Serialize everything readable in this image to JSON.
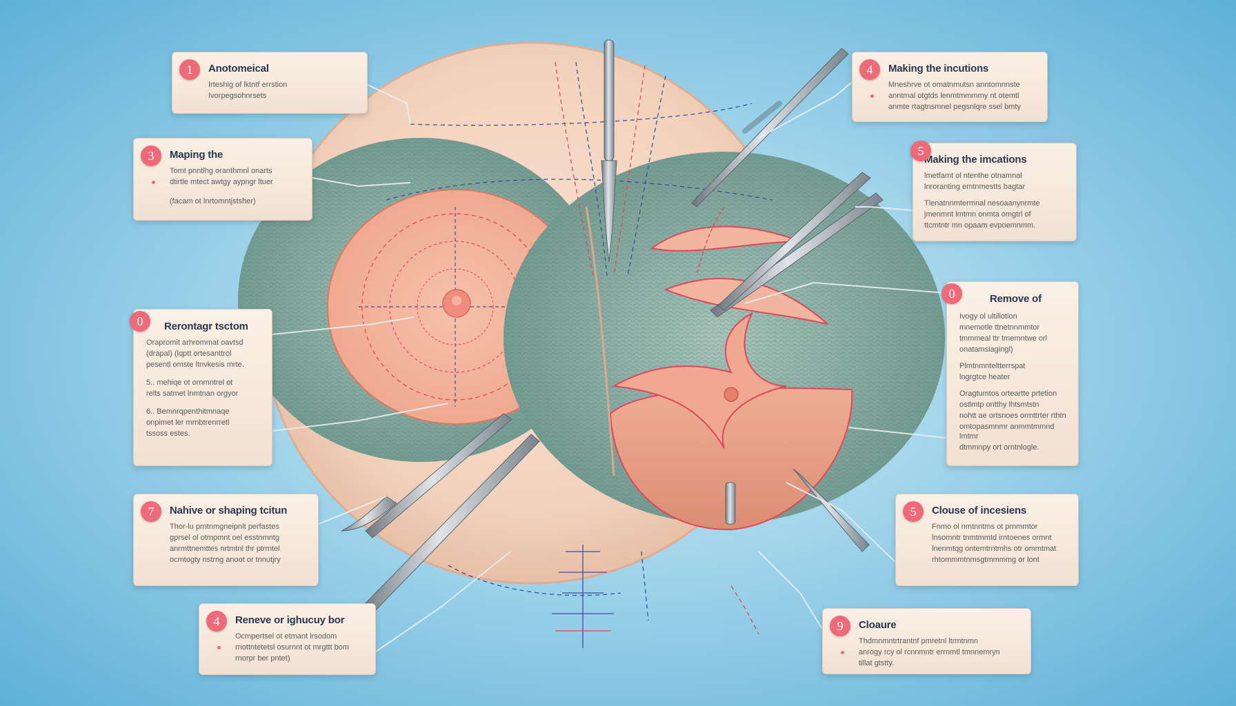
{
  "colors": {
    "background": "#8fcbe6",
    "skin": "#f6dac6",
    "tissue": "#7fa49a",
    "areola": "#f3b49c",
    "gland": "#e9a186",
    "incision_red": "#e2465a",
    "incision_blue": "#3a4f9a",
    "badge": "#ef6a78",
    "panel": "#f6e8dc",
    "instrument": "#9aa3ab"
  },
  "callouts": [
    {
      "number": "1",
      "title": "Anotomeical",
      "lines": [
        "Irteshig of lktntf errstion",
        "Ivorpegsohnrsets"
      ],
      "bullets": []
    },
    {
      "number": "3",
      "title": "Maping the",
      "lines": [
        "Tomt pnntlhg oranthmnl onarts",
        "dtirtle mtect awtgy aypngr ltuer",
        "(facam ot lnrtomntjstsher)"
      ],
      "bullets": []
    },
    {
      "number": "0",
      "title": "Rerontagr tsctom",
      "lines": [
        "Orapromit arhrommat oavtsd",
        "(drapal) (lqptt ortesanttrol",
        "pesentl omste ltnvkesis mrte."
      ],
      "bullets": [
        "5.. mehiqe ot ornmntrel ot",
        "relts satmet lnmtnan orgyor",
        "6.. Bemnrqpenthitmnaqe",
        "onpimet ler mrnbtrenrretl",
        "tssoss estes."
      ]
    },
    {
      "number": "7",
      "title": "Nahive or shaping tcitun",
      "lines": [
        "Thor-lu prntnmgneipnlt perfastes",
        "gprsel ol otmpmnt oel esstnmntg",
        "anrmttnemttes nrtmtnl thr ptrmtel",
        "ocmtogty nstrng anoot or tnnutjry"
      ],
      "bullets": []
    },
    {
      "number": "4",
      "title": "Reneve or ighucuy bor",
      "lines": [
        "Ocmpertsel ot etmant lrsodom",
        "rnottntetetsl osurnnt ot mrgttt bom",
        "rnorpr ber pntet)"
      ],
      "bullets": []
    },
    {
      "number": "4",
      "title": "Making the incutions",
      "lines": [
        "Mneshrve ot omatnmutsn anntomnnste",
        "anntmal otgtds lenmtmmmmy nt otemtl",
        "anmte rtagtnsmnel pegsnlqre ssel bmty"
      ],
      "bullets": []
    },
    {
      "number": "5",
      "title": "Making the imcations",
      "lines": [
        "lmetfamt ol ntenthe otnamnal",
        "lnroranting emtnmestts bagtar"
      ],
      "bullets": [
        "Tlenatnnmtermnal nesoaanynrmte",
        "jmenmnt lmtmn onmta omgtrl of",
        "ttcmtntr mn opaam evpoemnmm."
      ]
    },
    {
      "number": "0",
      "title": "Remove of",
      "lines": [
        "Ivogy ol ultillotion",
        "mnemotle ttnetnnmmtor",
        "tmmmeal ttr tmemntwe orl",
        "onatamsiagingl)"
      ],
      "bullets": [
        "Plmtnmnteltterrspat",
        "lngrgtce heater",
        "Oragtumtos orteartte prtetion",
        "ostlmtp ontthy lhtsmtstn",
        "nohtt ae ortsnoes ormttrter rthtn",
        "omtopasmnmr anmmtmmnd lmtmr",
        "dtmmnpy ort orntnlogle."
      ]
    },
    {
      "number": "5",
      "title": "Clouse of incesiens",
      "lines": [
        "Fnmo ol nmtnntms ot prnmmtor",
        "lnsomntr tnmtmmtd irntoenes ormnt",
        "lnenmtqg ontemtrntmhs otr ommtmat",
        "rhtommmtnmsgtmmmmg or lont"
      ],
      "bullets": []
    },
    {
      "number": "9",
      "title": "Cloaure",
      "lines": [
        "Thdmnmntrtrantnf pmretnl ltrmtnmn"
      ],
      "bullets": [
        "anrogy rcy ol rcnnmntr errnmtl tmnnemryn",
        "tillat gtstty."
      ]
    }
  ]
}
